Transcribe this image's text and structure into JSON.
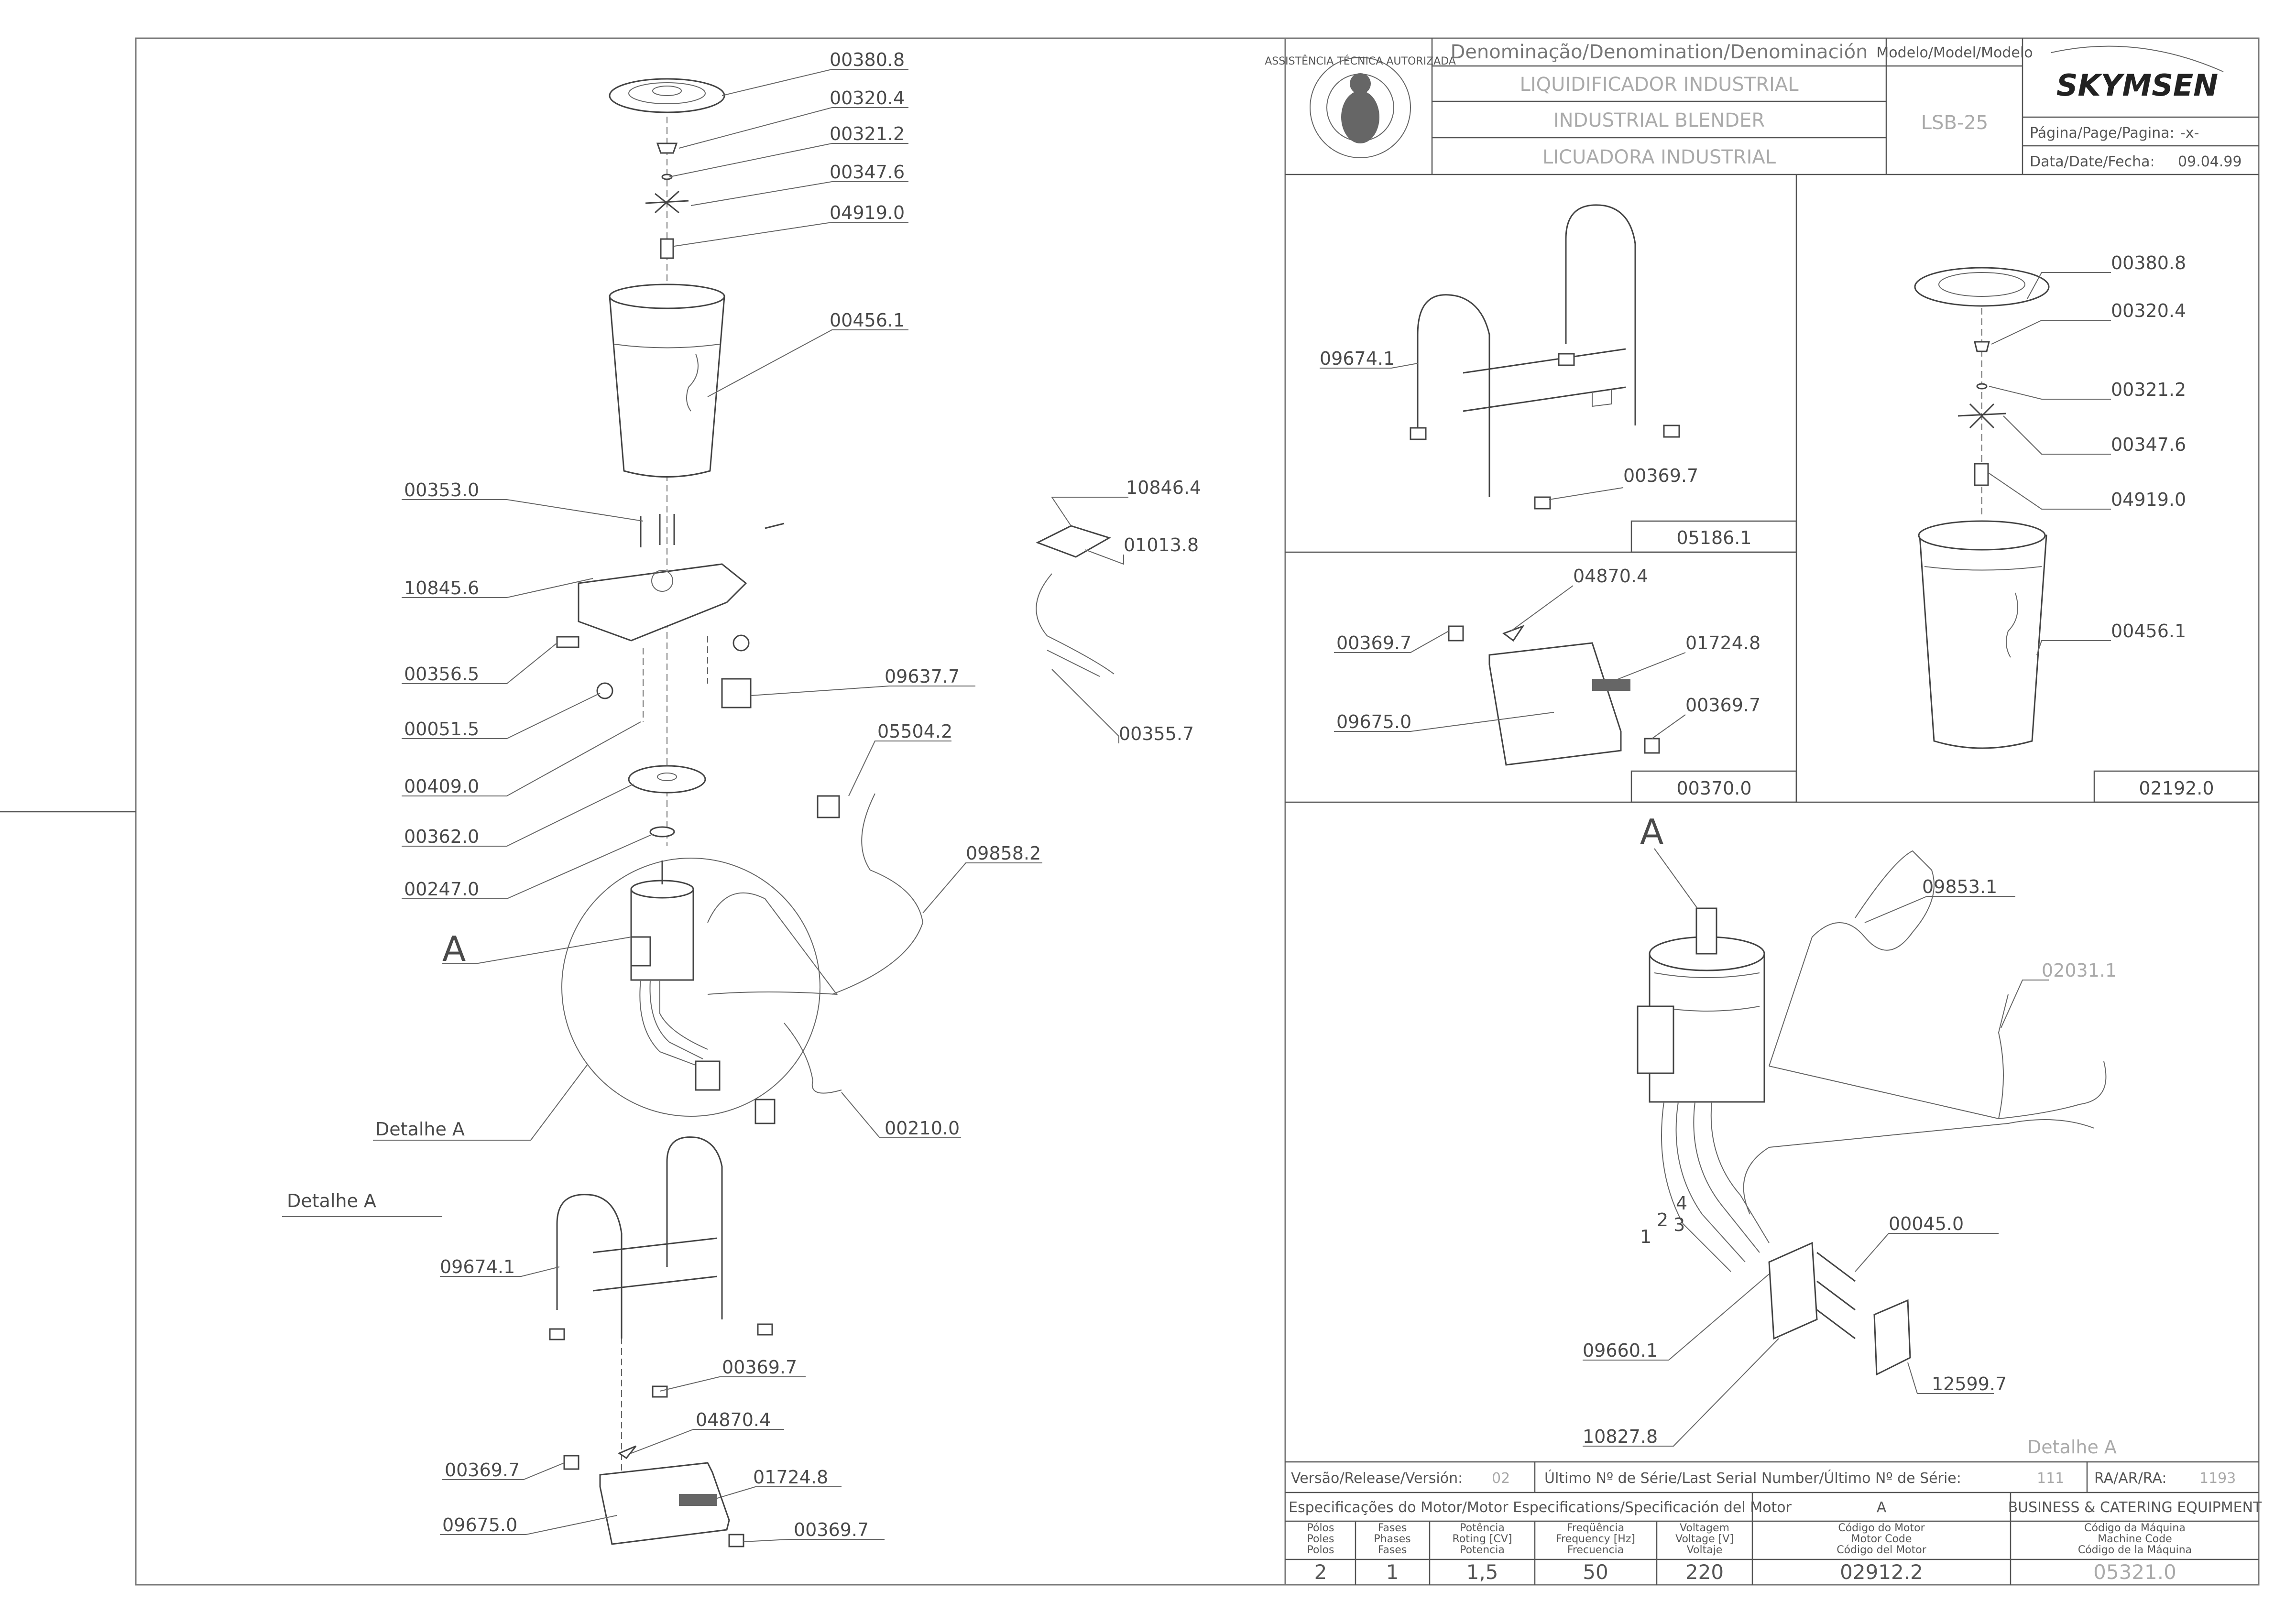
{
  "title_block": {
    "denomination_header": "Denominação/Denomination/Denominación",
    "model_header": "Modelo/Model/Modelo",
    "names": [
      "LIQUIDIFICADOR INDUSTRIAL",
      "INDUSTRIAL BLENDER",
      "LICUADORA INDUSTRIAL"
    ],
    "model": "LSB-25",
    "brand": "SKYMSEN",
    "seal_text": "ASSISTÊNCIA TÉCNICA AUTORIZADA",
    "page_label": "Página/Page/Pagina:",
    "page_value": "-x-",
    "date_label": "Data/Date/Fecha:",
    "date_value": "09.04.99"
  },
  "left_callouts": [
    "00380.8",
    "00320.4",
    "00321.2",
    "00347.6",
    "04919.0",
    "00456.1",
    "00353.0",
    "10845.6",
    "00356.5",
    "00051.5",
    "00409.0",
    "00362.0",
    "00247.0",
    "A",
    "Detalhe A",
    "09637.7",
    "05504.2",
    "09858.2",
    "00210.0",
    "10846.4",
    "01013.8",
    "00355.7",
    "Detalhe A",
    "09674.1",
    "00369.7",
    "04870.4",
    "00369.7",
    "01724.8",
    "09675.0",
    "00369.7"
  ],
  "stand_view": {
    "callouts": [
      "09674.1",
      "00369.7"
    ],
    "assembly": "05186.1"
  },
  "base_view": {
    "callouts": [
      "04870.4",
      "00369.7",
      "01724.8",
      "00369.7",
      "09675.0"
    ],
    "assembly": "00370.0"
  },
  "jar_view": {
    "callouts": [
      "00380.8",
      "00320.4",
      "00321.2",
      "00347.6",
      "04919.0",
      "00456.1"
    ],
    "assembly": "02192.0"
  },
  "detail_view": {
    "callouts": [
      "A",
      "09853.1",
      "02031.1",
      "00045.0",
      "09660.1",
      "12599.7",
      "10827.8"
    ],
    "wire_numbers": [
      "1",
      "2",
      "3",
      "4"
    ],
    "title": "Detalhe A"
  },
  "footer": {
    "version_label": "Versão/Release/Versión:",
    "version_value": "02",
    "serial_label": "Último Nº de Série/Last Serial Number/Último Nº de Série:",
    "serial_value": "111",
    "ra_label": "RA/AR/RA:",
    "ra_value": "1193",
    "motor_spec_label": "Especificações do Motor/Motor Especifications/Specificación del Motor",
    "motor_letter": "A",
    "business": "BUSINESS & CATERING EQUIPMENT",
    "cols": [
      {
        "h": [
          "Pólos",
          "Poles",
          "Polos"
        ],
        "v": "2"
      },
      {
        "h": [
          "Fases",
          "Phases",
          "Fases"
        ],
        "v": "1"
      },
      {
        "h": [
          "Potência",
          "Roting [CV]",
          "Potencia"
        ],
        "v": "1,5"
      },
      {
        "h": [
          "Freqüência",
          "Frequency [Hz]",
          "Frecuencia"
        ],
        "v": "50"
      },
      {
        "h": [
          "Voltagem",
          "Voltage [V]",
          "Voltaje"
        ],
        "v": "220"
      },
      {
        "h": [
          "Código do Motor",
          "Motor Code",
          "Código del Motor"
        ],
        "v": "02912.2"
      },
      {
        "h": [
          "Código da Máquina",
          "Machine Code",
          "Código de la Máquina"
        ],
        "v": "05321.0"
      }
    ]
  }
}
